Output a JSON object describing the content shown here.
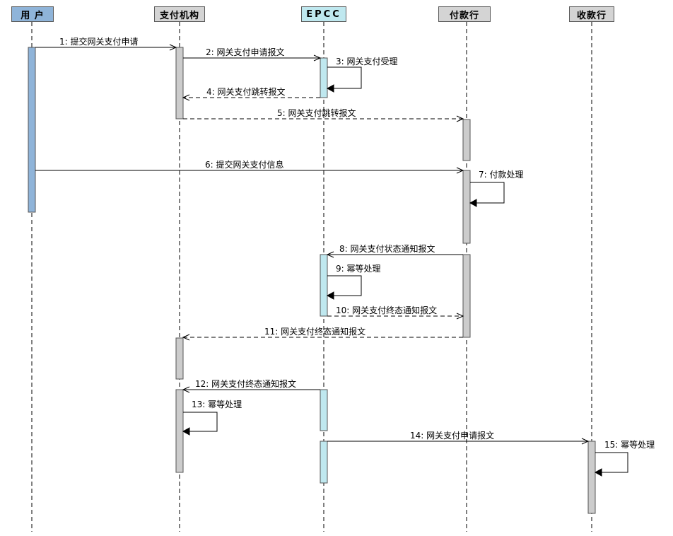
{
  "participants": [
    {
      "id": "user",
      "label": "用 户"
    },
    {
      "id": "inst",
      "label": "支付机构"
    },
    {
      "id": "epcc",
      "label": "EPCC"
    },
    {
      "id": "payer_bank",
      "label": "付款行"
    },
    {
      "id": "payee_bank",
      "label": "收款行"
    }
  ],
  "messages": [
    {
      "num": "1",
      "text": "1: 提交网关支付申请",
      "from": "user",
      "to": "inst",
      "style": "solid"
    },
    {
      "num": "2",
      "text": "2: 网关支付申请报文",
      "from": "inst",
      "to": "epcc",
      "style": "solid"
    },
    {
      "num": "3",
      "text": "3: 网关支付受理",
      "from": "epcc",
      "to": "epcc",
      "style": "self"
    },
    {
      "num": "4",
      "text": "4: 网关支付跳转报文",
      "from": "epcc",
      "to": "inst",
      "style": "dashed"
    },
    {
      "num": "5",
      "text": "5: 网关支付跳转报文",
      "from": "inst",
      "to": "payer_bank",
      "style": "dashed"
    },
    {
      "num": "6",
      "text": "6: 提交网关支付信息",
      "from": "user",
      "to": "payer_bank",
      "style": "solid"
    },
    {
      "num": "7",
      "text": "7: 付款处理",
      "from": "payer_bank",
      "to": "payer_bank",
      "style": "self"
    },
    {
      "num": "8",
      "text": "8: 网关支付状态通知报文",
      "from": "payer_bank",
      "to": "epcc",
      "style": "solid"
    },
    {
      "num": "9",
      "text": "9: 幂等处理",
      "from": "epcc",
      "to": "epcc",
      "style": "self"
    },
    {
      "num": "10",
      "text": "10: 网关支付终态通知报文",
      "from": "epcc",
      "to": "payer_bank",
      "style": "dashed"
    },
    {
      "num": "11",
      "text": "11: 网关支付终态通知报文",
      "from": "payer_bank",
      "to": "inst",
      "style": "dashed"
    },
    {
      "num": "12",
      "text": "12: 网关支付终态通知报文",
      "from": "epcc",
      "to": "inst",
      "style": "solid"
    },
    {
      "num": "13",
      "text": "13: 幂等处理",
      "from": "inst",
      "to": "inst",
      "style": "self"
    },
    {
      "num": "14",
      "text": "14: 网关支付申请报文",
      "from": "epcc",
      "to": "payee_bank",
      "style": "solid"
    },
    {
      "num": "15",
      "text": "15: 幂等处理",
      "from": "payee_bank",
      "to": "payee_bank",
      "style": "self"
    }
  ],
  "colors": {
    "user_activation": "#8fb4d9",
    "epcc_activation": "#bfe8ef",
    "default_activation": "#cccccc",
    "line": "#000000"
  }
}
